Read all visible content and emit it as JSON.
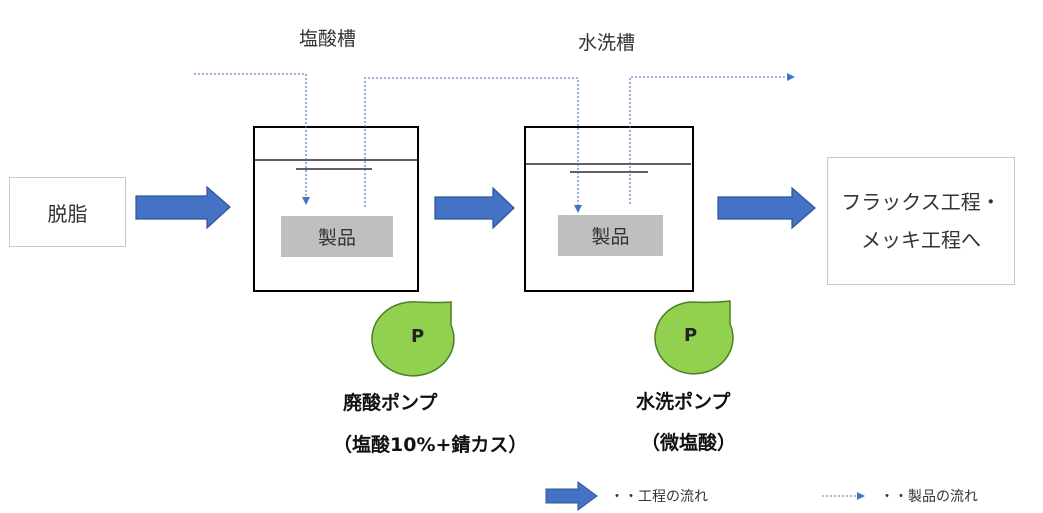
{
  "start_box": {
    "label": "脱脂"
  },
  "end_box": {
    "line1": "フラックス工程・",
    "line2": "メッキ工程へ"
  },
  "tanks": [
    {
      "title": "塩酸槽",
      "product": "製品"
    },
    {
      "title": "水洗槽",
      "product": "製品"
    }
  ],
  "pumps": [
    {
      "symbol": "P",
      "name": "廃酸ポンプ",
      "contents": "（塩酸10%+錆カス）"
    },
    {
      "symbol": "P",
      "name": "水洗ポンプ",
      "contents": "（微塩酸）"
    }
  ],
  "legend": {
    "process_flow": "・・工程の流れ",
    "product_flow": "・・製品の流れ"
  },
  "colors": {
    "process_arrow": "#4472c4",
    "process_arrow_border": "#2f5597",
    "product_flow_line": "#4472c4",
    "pump_fill": "#92d050",
    "pump_border": "#4a7f24",
    "product_fill": "#bfbfbf"
  }
}
